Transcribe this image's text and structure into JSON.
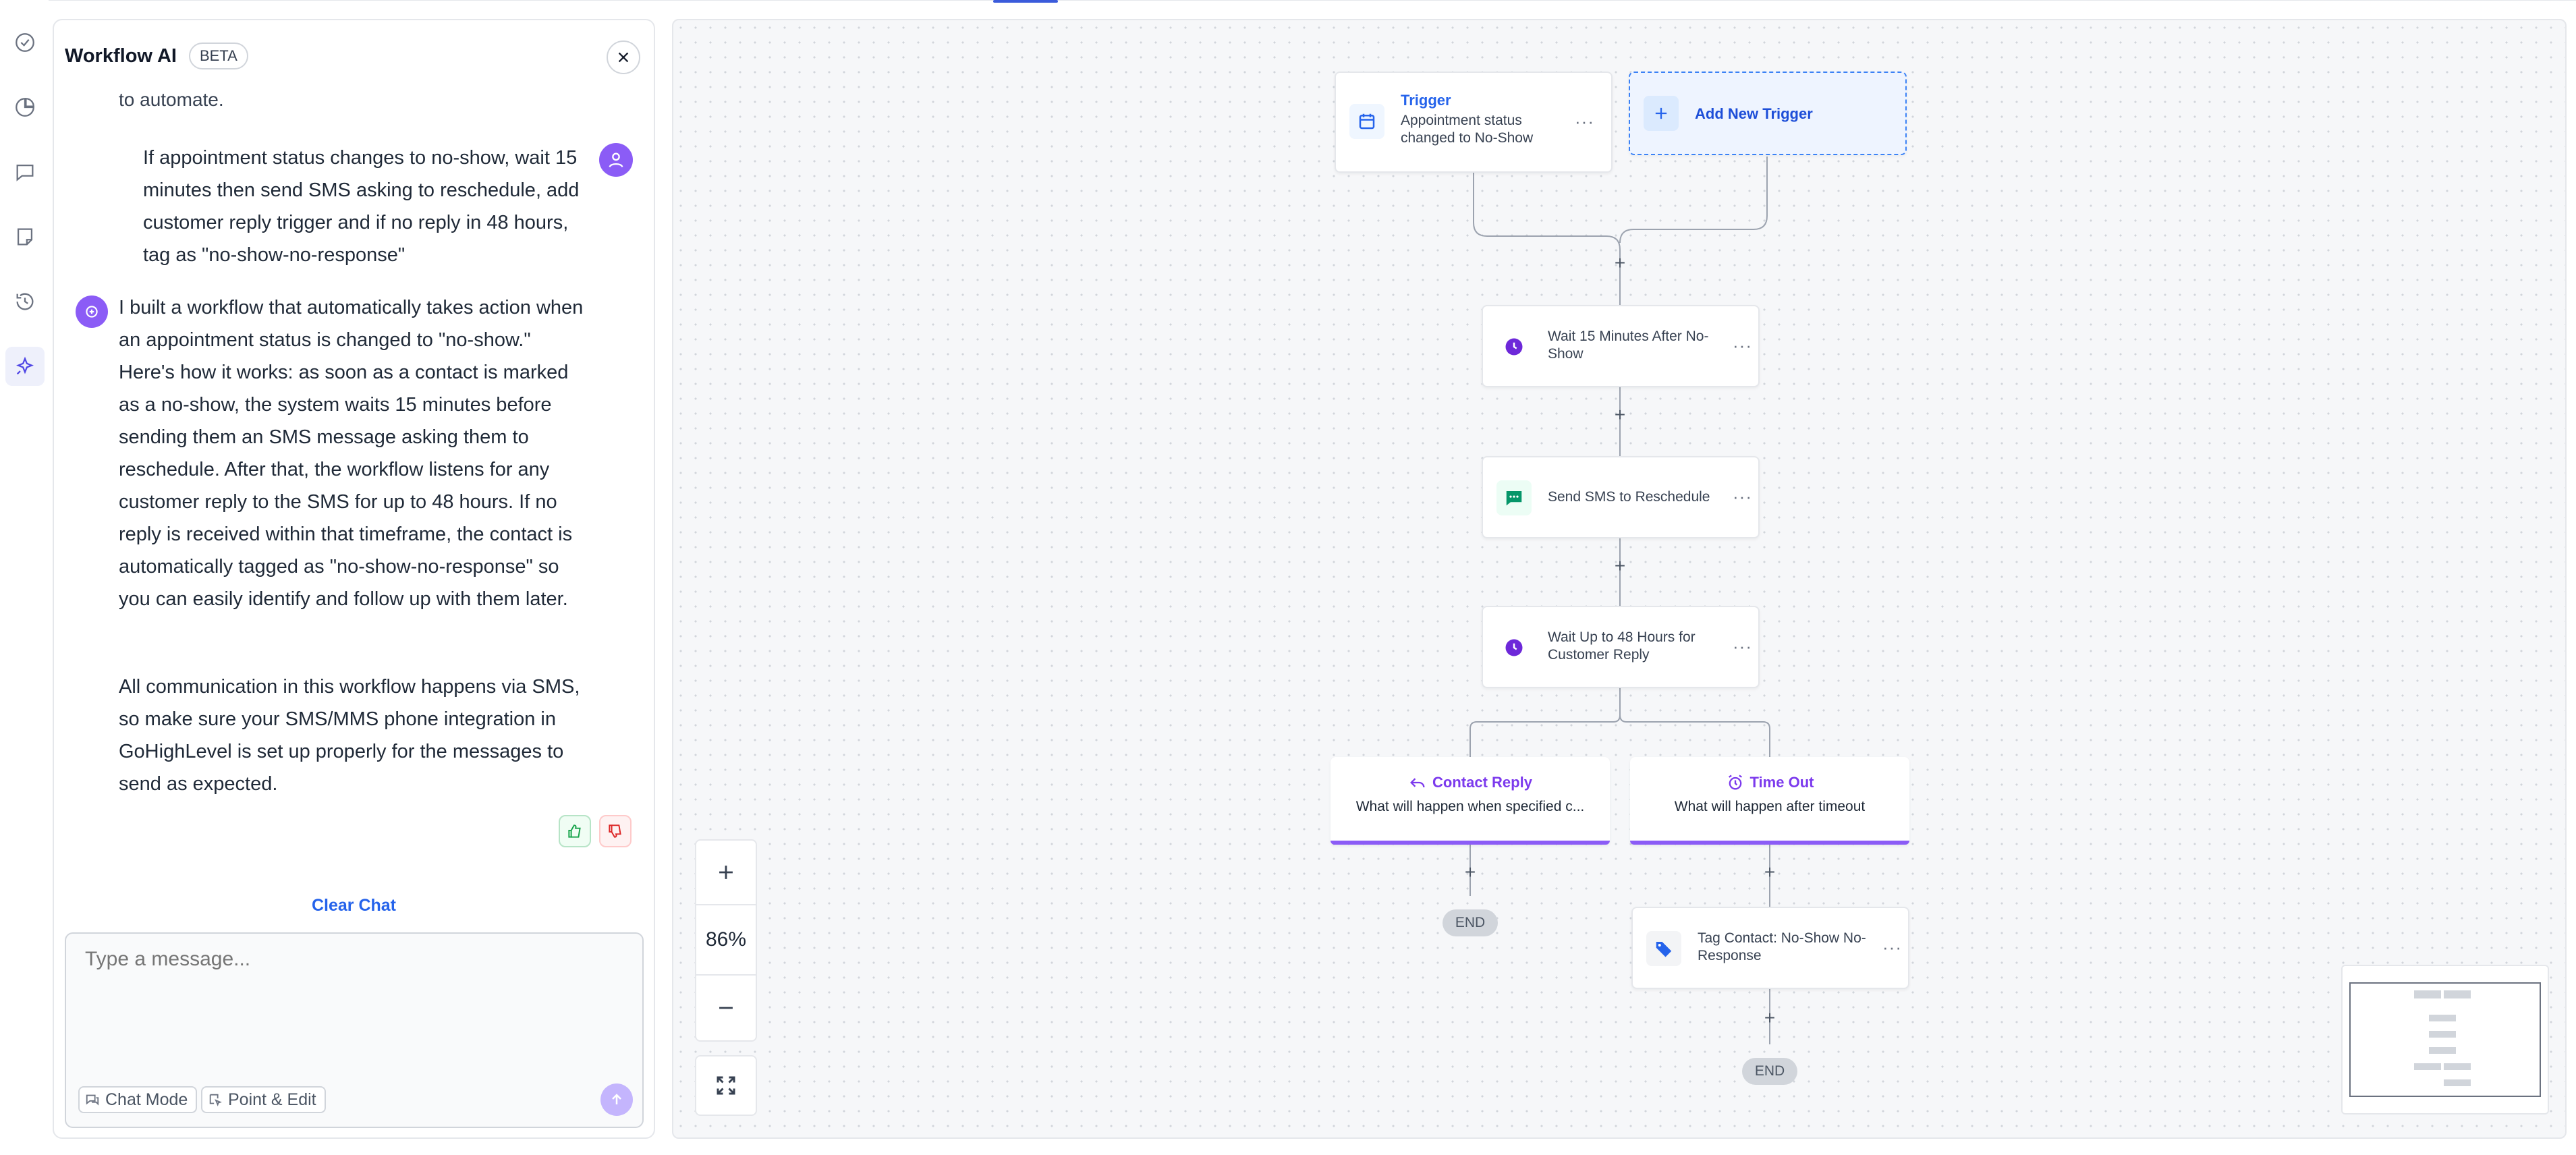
{
  "chat": {
    "title": "Workflow AI",
    "badge": "BETA",
    "cut_text": "to automate.",
    "user_message": "If appointment status changes to no-show, wait 15 minutes then send SMS asking to reschedule, add customer reply trigger and if no reply in 48 hours, tag as \"no-show-no-response\"",
    "ai_message_1": "I built a workflow that automatically takes action when an appointment status is changed to \"no-show.\" Here's how it works: as soon as a contact is marked as a no-show, the system waits 15 minutes before sending them an SMS message asking them to reschedule. After that, the workflow listens for any customer reply to the SMS for up to 48 hours. If no reply is received within that timeframe, the contact is automatically tagged as \"no-show-no-response\" so you can easily identify and follow up with them later.",
    "ai_message_2": "All communication in this workflow happens via SMS, so make sure your SMS/MMS phone integration in GoHighLevel is set up properly for the messages to send as expected.",
    "clear_chat": "Clear Chat",
    "input_placeholder": "Type a message...",
    "chat_mode": "Chat Mode",
    "point_edit": "Point & Edit"
  },
  "workflow": {
    "trigger": {
      "label": "Trigger",
      "description": "Appointment status changed to No-Show"
    },
    "add_trigger": "Add New Trigger",
    "steps": [
      {
        "label": "Wait 15 Minutes After No-Show",
        "icon": "clock-icon"
      },
      {
        "label": "Send SMS to Reschedule",
        "icon": "sms-icon"
      },
      {
        "label": "Wait Up to 48 Hours for Customer Reply",
        "icon": "clock-icon"
      }
    ],
    "branches": [
      {
        "title": "Contact Reply",
        "subtitle": "What will happen when specified c...",
        "icon": "reply-icon"
      },
      {
        "title": "Time Out",
        "subtitle": "What will happen after timeout",
        "icon": "alarm-icon"
      }
    ],
    "tag_step": {
      "label": "Tag Contact: No-Show No-Response",
      "icon": "tag-icon"
    },
    "end_label": "END",
    "plus": "+"
  },
  "zoom": {
    "level": "86%"
  },
  "colors": {
    "accent": "#8b5cf6",
    "link": "#2563eb",
    "sms_green": "#059669"
  }
}
